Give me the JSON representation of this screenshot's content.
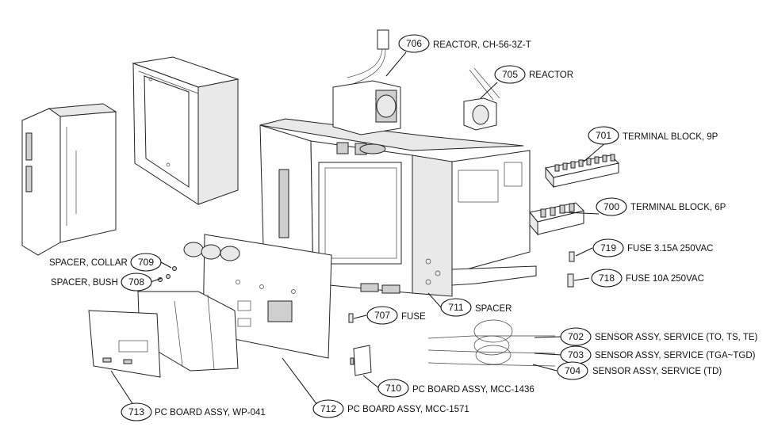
{
  "callouts": [
    {
      "id": "c706",
      "number": "706",
      "label": "REACTOR, CH-56-3Z-T"
    },
    {
      "id": "c705",
      "number": "705",
      "label": "REACTOR"
    },
    {
      "id": "c701",
      "number": "701",
      "label": "TERMINAL BLOCK, 9P"
    },
    {
      "id": "c700",
      "number": "700",
      "label": "TERMINAL BLOCK, 6P"
    },
    {
      "id": "c719",
      "number": "719",
      "label": "FUSE 3.15A 250VAC"
    },
    {
      "id": "c718",
      "number": "718",
      "label": "FUSE 10A 250VAC"
    },
    {
      "id": "c711",
      "number": "711",
      "label": "SPACER"
    },
    {
      "id": "c707",
      "number": "707",
      "label": "FUSE"
    },
    {
      "id": "c702",
      "number": "702",
      "label": "SENSOR ASSY, SERVICE (TO, TS, TE)"
    },
    {
      "id": "c703",
      "number": "703",
      "label": "SENSOR ASSY, SERVICE (TGA~TGD)"
    },
    {
      "id": "c704",
      "number": "704",
      "label": "SENSOR ASSY, SERVICE (TD)"
    },
    {
      "id": "c709",
      "number": "709",
      "label": "SPACER, COLLAR"
    },
    {
      "id": "c708",
      "number": "708",
      "label": "SPACER, BUSH"
    },
    {
      "id": "c710",
      "number": "710",
      "label": "PC BOARD ASSY, MCC-1436"
    },
    {
      "id": "c712",
      "number": "712",
      "label": "PC BOARD ASSY, MCC-1571"
    },
    {
      "id": "c713",
      "number": "713",
      "label": "PC BOARD ASSY, WP-041"
    }
  ]
}
